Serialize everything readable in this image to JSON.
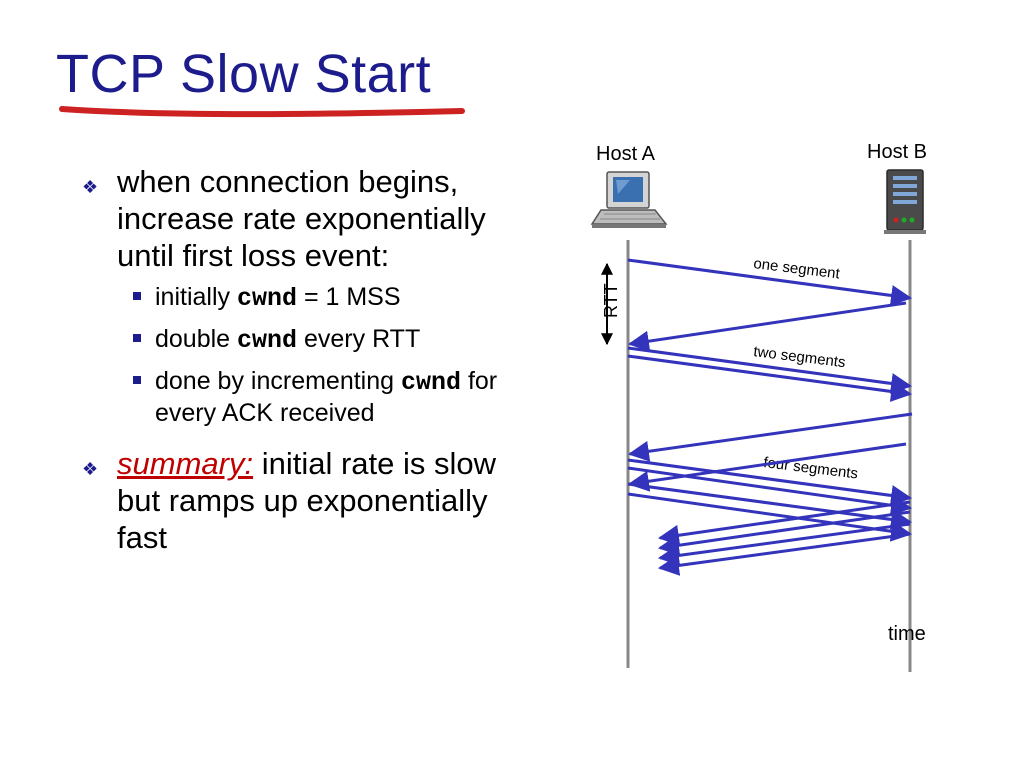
{
  "slide": {
    "title": "TCP Slow Start"
  },
  "bullets": {
    "b1": {
      "text": "when connection begins, increase rate exponentially until first loss event:",
      "sub": [
        {
          "pre": "initially ",
          "code": "cwnd",
          "post": " = 1 MSS"
        },
        {
          "pre": "double ",
          "code": "cwnd",
          "post": " every RTT"
        },
        {
          "pre": "done by incrementing ",
          "code": "cwnd",
          "post": " for every ACK received"
        }
      ]
    },
    "b2": {
      "emph": "summary:",
      "text": " initial rate is slow but ramps up exponentially fast"
    }
  },
  "diagram": {
    "host_a": "Host A",
    "host_b": "Host B",
    "rtt_label": "RTT",
    "time_label": "time",
    "segment_labels": [
      "one segment",
      "two segments",
      "four segments"
    ]
  },
  "colors": {
    "title": "#1c1c8c",
    "accent_red": "#c00000",
    "arrow": "#3333bb",
    "timeline": "#888888",
    "underline": "#cc2222"
  }
}
